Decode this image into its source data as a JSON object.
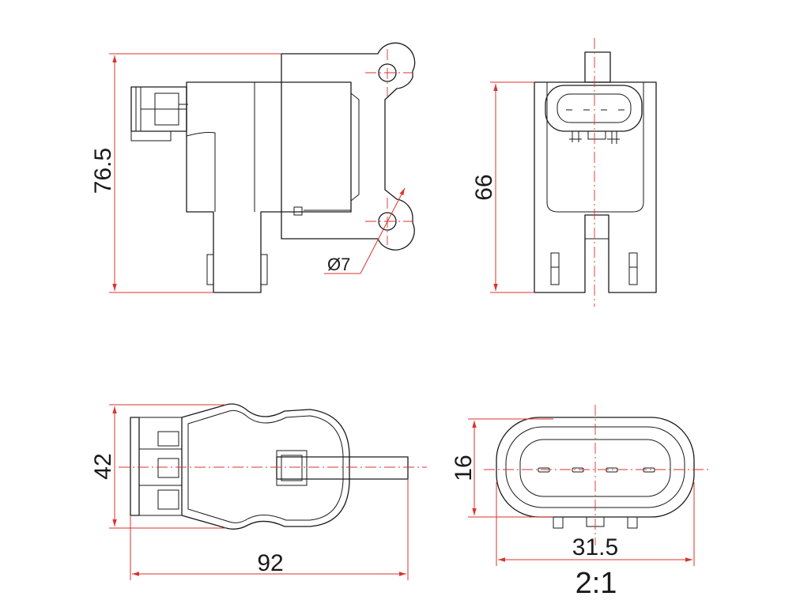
{
  "dimensions": {
    "height_side": "76.5",
    "height_front": "66",
    "hole_diameter": "Ø7",
    "width_top": "42",
    "length_top": "92",
    "height_connector": "16",
    "width_connector": "31.5"
  },
  "scale": "2:1",
  "colors": {
    "outline": "#1a1a1a",
    "dimension": "#d9332e"
  }
}
